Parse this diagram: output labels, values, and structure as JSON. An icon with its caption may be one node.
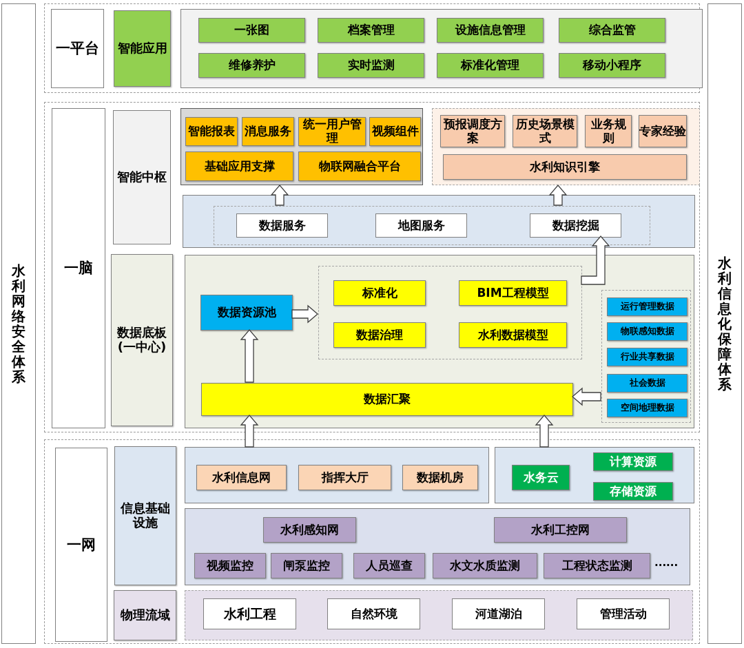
{
  "diagram": {
    "nodes": [
      {
        "text": [
          "水利网络安全体系"
        ]
      },
      {
        "text": [
          "水利信息化保障体系"
        ]
      },
      {
        "text": [
          "一平台"
        ]
      },
      {
        "text": [
          "智能应用"
        ]
      },
      {
        "text": [],
        "shape": "box"
      },
      {
        "text": [
          "一张图"
        ],
        "in": 4
      },
      {
        "text": [
          "档案管理"
        ],
        "in": 4
      },
      {
        "text": [
          "设施信息管理"
        ],
        "in": 4
      },
      {
        "text": [
          "综合监管"
        ],
        "in": 4
      },
      {
        "text": [
          "维修养护"
        ],
        "in": 4
      },
      {
        "text": [
          "实时监测"
        ],
        "in": 4
      },
      {
        "text": [
          "标准化管理"
        ],
        "in": 4
      },
      {
        "text": [
          "移动小程序"
        ],
        "in": 4
      },
      {
        "text": [
          "一脑"
        ]
      },
      {
        "text": [
          "智能中枢"
        ]
      },
      {
        "text": [
          "数据底板(一中心)"
        ]
      },
      {
        "text": [],
        "shape": "box"
      },
      {
        "text": [
          "智能报表"
        ],
        "in": 16
      },
      {
        "text": [
          "消息服务"
        ],
        "in": 16
      },
      {
        "text": [
          "统一用户管理"
        ],
        "in": 16
      },
      {
        "text": [
          "视频组件"
        ],
        "in": 16
      },
      {
        "text": [
          "基础应用支撑"
        ],
        "in": 16
      },
      {
        "text": [
          "物联网融合平台"
        ],
        "in": 16
      },
      {
        "text": [],
        "shape": "box"
      },
      {
        "text": [
          "预报调度方案"
        ],
        "in": 23
      },
      {
        "text": [
          "历史场景模式"
        ],
        "in": 23
      },
      {
        "text": [
          "业务规则"
        ],
        "in": 23
      },
      {
        "text": [
          "专家经验"
        ],
        "in": 23
      },
      {
        "text": [
          "水利知识引擎"
        ],
        "in": 23
      },
      {
        "text": [],
        "shape": "box"
      },
      {
        "text": [],
        "shape": "box",
        "in": 29
      },
      {
        "text": [
          "数据服务"
        ],
        "in": 30
      },
      {
        "text": [
          "地图服务"
        ],
        "in": 30
      },
      {
        "text": [
          "数据挖掘"
        ],
        "in": 30
      },
      {
        "text": [],
        "shape": "box"
      },
      {
        "text": [
          "数据资源池"
        ],
        "in": 34
      },
      {
        "text": [],
        "shape": "box",
        "in": 34
      },
      {
        "text": [
          "标准化"
        ],
        "in": 36
      },
      {
        "text": [
          "BIM工程模型"
        ],
        "in": 36
      },
      {
        "text": [
          "数据治理"
        ],
        "in": 36
      },
      {
        "text": [
          "水利数据模型"
        ],
        "in": 36
      },
      {
        "text": [
          "数据汇聚"
        ],
        "in": 34
      },
      {
        "text": [],
        "shape": "box",
        "in": 34
      },
      {
        "text": [
          "运行管理数据"
        ],
        "in": 42
      },
      {
        "text": [
          "物联感知数据"
        ],
        "in": 42
      },
      {
        "text": [
          "行业共享数据"
        ],
        "in": 42
      },
      {
        "text": [
          "社会数据"
        ],
        "in": 42
      },
      {
        "text": [
          "空间地理数据"
        ],
        "in": 42
      },
      {
        "text": [
          "一网"
        ]
      },
      {
        "text": [
          "信息基础设施"
        ]
      },
      {
        "text": [
          "物理流域"
        ]
      },
      {
        "text": [],
        "shape": "box"
      },
      {
        "text": [
          "水利信息网"
        ],
        "in": 51
      },
      {
        "text": [
          "指挥大厅"
        ],
        "in": 51
      },
      {
        "text": [
          "数据机房"
        ],
        "in": 51
      },
      {
        "text": [],
        "shape": "box"
      },
      {
        "text": [
          "水务云"
        ],
        "in": 55
      },
      {
        "text": [
          "计算资源"
        ],
        "in": 55
      },
      {
        "text": [
          "存储资源"
        ],
        "in": 55
      },
      {
        "text": [],
        "shape": "box"
      },
      {
        "text": [
          "水利感知网"
        ],
        "in": 59
      },
      {
        "text": [
          "水利工控网"
        ],
        "in": 59
      },
      {
        "text": [
          "视频监控"
        ],
        "in": 59
      },
      {
        "text": [
          "闸泵监控"
        ],
        "in": 59
      },
      {
        "text": [
          "人员巡查"
        ],
        "in": 59
      },
      {
        "text": [
          "水文水质监测"
        ],
        "in": 59
      },
      {
        "text": [
          "工程状态监测"
        ],
        "in": 59
      },
      {
        "text": [],
        "shape": "box"
      },
      {
        "text": [
          "水利工程"
        ],
        "in": 67
      },
      {
        "text": [
          "自然环境"
        ],
        "in": 67
      },
      {
        "text": [
          "河道湖泊"
        ],
        "in": 67
      },
      {
        "text": [
          "管理活动"
        ],
        "in": 67
      }
    ],
    "edges": [
      {
        "from": 30,
        "to": 16,
        "arrow": "to"
      },
      {
        "from": 30,
        "to": 23,
        "arrow": "to"
      },
      {
        "from": 36,
        "to": 33,
        "arrow": "to"
      },
      {
        "from": 35,
        "to": 36,
        "arrow": "to"
      },
      {
        "from": 41,
        "to": 35,
        "arrow": "to"
      },
      {
        "from": 42,
        "to": 41,
        "arrow": "to"
      },
      {
        "from": 51,
        "to": 41,
        "arrow": "to"
      },
      {
        "from": 55,
        "to": 41,
        "arrow": "to"
      }
    ],
    "labels": [
      "......"
    ]
  }
}
